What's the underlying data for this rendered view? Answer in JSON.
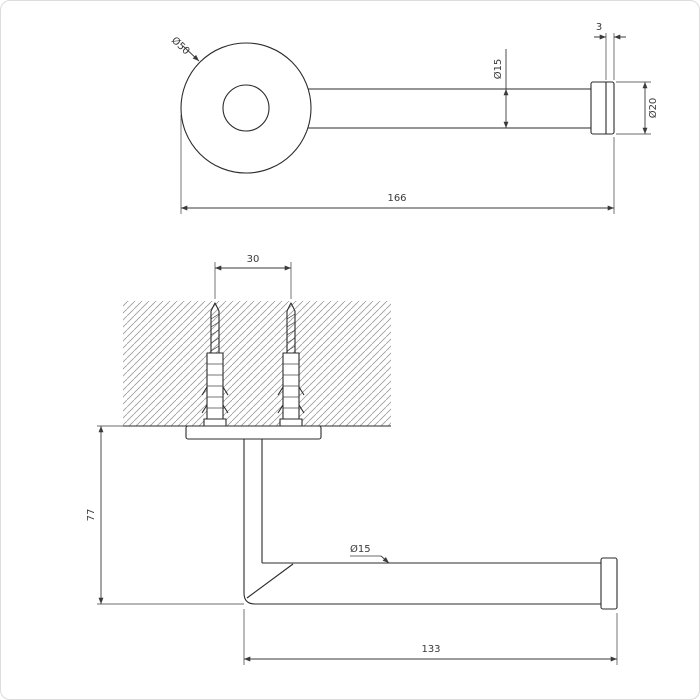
{
  "drawing_title": "toilet-roll-holder-dimension-drawing",
  "colors": {
    "line": "#2b2b2b",
    "dim": "#3a3a3a",
    "hatch": "#9b9b9b",
    "bg": "#ffffff",
    "border": "#dcdcdc"
  },
  "top_view": {
    "flange_diameter_label": "Ø50",
    "bar_diameter_label": "Ø15",
    "cap_thickness_label": "3",
    "cap_diameter_label": "Ø20",
    "overall_length_label": "166"
  },
  "front_view": {
    "hole_spacing_label": "30",
    "height_label": "77",
    "bar_diameter_label": "Ø15",
    "bar_length_label": "133"
  }
}
